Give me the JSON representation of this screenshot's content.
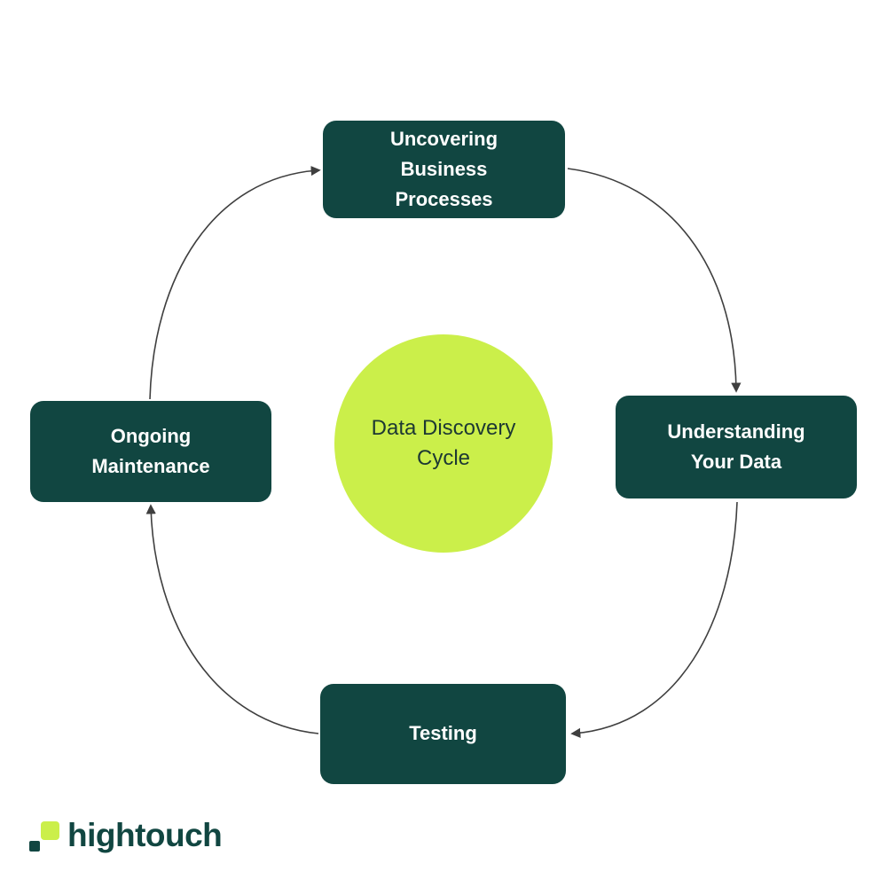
{
  "colors": {
    "background": "#ffffff",
    "box_bg": "#114641",
    "box_text": "#ffffff",
    "circle_bg": "#cbef4a",
    "circle_text": "#1d3833",
    "arrow": "#3f3f3f",
    "logo_text": "#114641",
    "logo_lime": "#cbef4a",
    "logo_dark": "#114641"
  },
  "diagram": {
    "center": {
      "label": [
        "Data Discovery",
        "Cycle"
      ]
    },
    "cycle_direction": "clockwise",
    "nodes": [
      {
        "id": "uncovering-business-processes",
        "label": [
          "Uncovering",
          "Business",
          "Processes"
        ]
      },
      {
        "id": "understanding-your-data",
        "label": [
          "Understanding",
          "Your Data"
        ]
      },
      {
        "id": "testing",
        "label": [
          "Testing"
        ]
      },
      {
        "id": "ongoing-maintenance",
        "label": [
          "Ongoing",
          "Maintenance"
        ]
      }
    ]
  },
  "logo": {
    "text": "hightouch"
  }
}
